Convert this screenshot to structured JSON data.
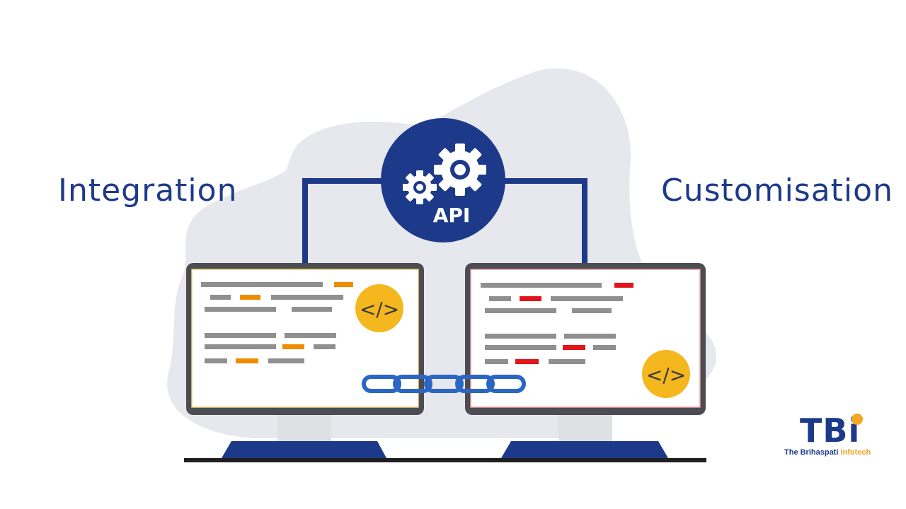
{
  "headings": {
    "left": "Integration",
    "right": "Customisation"
  },
  "hub": {
    "label": "API",
    "icon": "gears-icon"
  },
  "monitors": [
    {
      "side": "left",
      "accent": "#f08c00",
      "badge": {
        "label": "</>",
        "icon": "code-icon"
      }
    },
    {
      "side": "right",
      "accent": "#e3141b",
      "badge": {
        "label": "</>",
        "icon": "code-icon"
      }
    }
  ],
  "connector": {
    "icon": "chain-link-icon"
  },
  "logo": {
    "letters": [
      "T",
      "B",
      "i"
    ],
    "tagline_main": "The Brihaspati",
    "tagline_accent": "Infotech"
  },
  "colors": {
    "navy": "#1d3a8a",
    "badge_yellow": "#f5b71e",
    "blob_gray": "#e7e8ee",
    "monitor_frame": "#4b4d52",
    "code_gray": "#8f8f8f",
    "chain_blue": "#2b66c4",
    "logo_orange": "#f5a524"
  }
}
